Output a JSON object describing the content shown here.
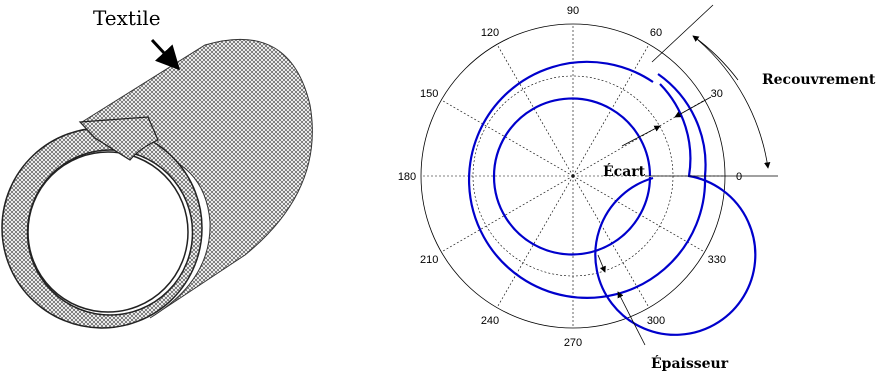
{
  "left_figure": {
    "label": "Textile"
  },
  "polar_plot": {
    "angle_labels": [
      "0",
      "30",
      "60",
      "90",
      "120",
      "150",
      "180",
      "210",
      "240",
      "270",
      "300",
      "330"
    ],
    "annotations": {
      "overlap": "Recouvrement",
      "gap": "Écart",
      "thickness": "Épaisseur"
    },
    "colors": {
      "spiral": "#0000cc",
      "grid": "#000000"
    }
  }
}
